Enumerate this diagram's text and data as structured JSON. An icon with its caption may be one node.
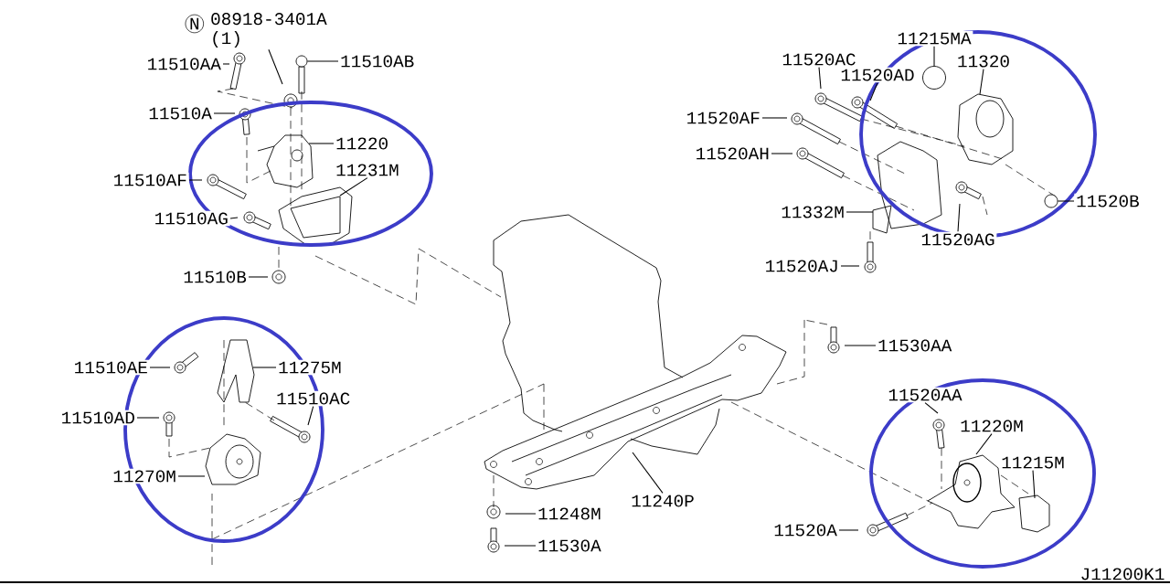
{
  "diagram": {
    "nodes": [
      {
        "text": [
          "08918-3401A",
          "(1)"
        ],
        "beside": [
          "N"
        ]
      },
      {
        "text": [
          "11510AA"
        ]
      },
      {
        "text": [
          "11510AB"
        ]
      },
      {
        "text": [
          "11510A"
        ]
      },
      {
        "text": [
          "11220"
        ]
      },
      {
        "text": [
          "11231M"
        ]
      },
      {
        "text": [
          "11510AF"
        ]
      },
      {
        "text": [
          "11510AG"
        ]
      },
      {
        "text": [
          "11510B"
        ]
      },
      {
        "text": [
          "11215MA"
        ]
      },
      {
        "text": [
          "11520AC"
        ]
      },
      {
        "text": [
          "11520AD"
        ]
      },
      {
        "text": [
          "11320"
        ]
      },
      {
        "text": [
          "11520AF"
        ]
      },
      {
        "text": [
          "11520AH"
        ]
      },
      {
        "text": [
          "11520B"
        ]
      },
      {
        "text": [
          "11332M"
        ]
      },
      {
        "text": [
          "11520AG"
        ]
      },
      {
        "text": [
          "11520AJ"
        ]
      },
      {
        "text": [
          "11530AA"
        ]
      },
      {
        "text": [
          "11510AE"
        ]
      },
      {
        "text": [
          "11275M"
        ]
      },
      {
        "text": [
          "11510AC"
        ]
      },
      {
        "text": [
          "11510AD"
        ]
      },
      {
        "text": [
          "11270M"
        ]
      },
      {
        "text": [
          "11520AA"
        ]
      },
      {
        "text": [
          "11220M"
        ]
      },
      {
        "text": [
          "11215M"
        ]
      },
      {
        "text": [
          "11520A"
        ]
      },
      {
        "text": [
          "11248M"
        ]
      },
      {
        "text": [
          "11530A"
        ]
      },
      {
        "text": [
          "11240P"
        ]
      },
      {
        "text": [],
        "shape": "circle"
      },
      {
        "text": [],
        "shape": "circle"
      },
      {
        "text": [],
        "shape": "circle"
      }
    ],
    "edges": [
      {
        "from": 0,
        "to": null,
        "arrow": "none"
      },
      {
        "from": 1,
        "to": null,
        "arrow": "none"
      },
      {
        "from": 2,
        "to": 32,
        "arrow": "none"
      },
      {
        "from": 3,
        "to": null,
        "arrow": "none"
      },
      {
        "from": 4,
        "to": null,
        "arrow": "none"
      },
      {
        "from": 5,
        "to": null,
        "arrow": "none"
      },
      {
        "from": 6,
        "to": null,
        "arrow": "none"
      },
      {
        "from": 7,
        "to": null,
        "arrow": "none"
      },
      {
        "from": 8,
        "to": null,
        "arrow": "none"
      },
      {
        "from": 9,
        "to": 33,
        "arrow": "none"
      },
      {
        "from": 10,
        "to": null,
        "arrow": "none"
      },
      {
        "from": 11,
        "to": null,
        "arrow": "none"
      },
      {
        "from": 12,
        "to": null,
        "arrow": "none"
      },
      {
        "from": 13,
        "to": null,
        "arrow": "none"
      },
      {
        "from": 14,
        "to": null,
        "arrow": "none"
      },
      {
        "from": 15,
        "to": 34,
        "arrow": "none"
      },
      {
        "from": 16,
        "to": null,
        "arrow": "none"
      },
      {
        "from": 17,
        "to": null,
        "arrow": "none"
      },
      {
        "from": 18,
        "to": null,
        "arrow": "none"
      },
      {
        "from": 19,
        "to": null,
        "arrow": "none"
      },
      {
        "from": 20,
        "to": null,
        "arrow": "none"
      },
      {
        "from": 21,
        "to": null,
        "arrow": "none"
      },
      {
        "from": 22,
        "to": null,
        "arrow": "none"
      },
      {
        "from": 23,
        "to": null,
        "arrow": "none"
      },
      {
        "from": 24,
        "to": null,
        "arrow": "none"
      },
      {
        "from": 25,
        "to": null,
        "arrow": "none"
      },
      {
        "from": 26,
        "to": null,
        "arrow": "none"
      },
      {
        "from": 27,
        "to": null,
        "arrow": "none"
      },
      {
        "from": 28,
        "to": null,
        "arrow": "none"
      },
      {
        "from": 29,
        "to": null,
        "arrow": "none"
      },
      {
        "from": 30,
        "to": null,
        "arrow": "none"
      },
      {
        "from": 31,
        "to": null,
        "arrow": "none"
      }
    ],
    "labels": [
      "J11200K1"
    ]
  }
}
